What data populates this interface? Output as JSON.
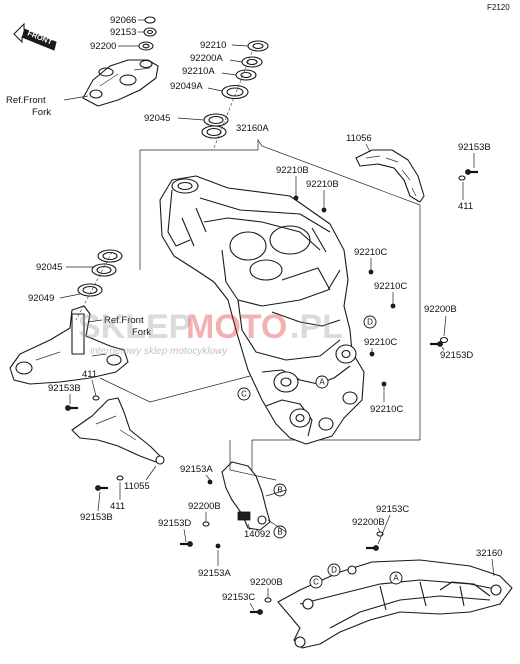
{
  "figure_code": "F2120",
  "front_arrow_label": "FRONT",
  "watermark": {
    "brand_left": "SKLEP",
    "brand_mid": "MOTO",
    "brand_right": ".PL",
    "tagline": "internetowy sklep motocyklowy"
  },
  "parts": {
    "p92066": "92066",
    "p92153_top": "92153",
    "p92200_top": "92200",
    "ref_front_fork_1_line1": "Ref.Front",
    "ref_front_fork_1_line2": "Fork",
    "p92210_top": "92210",
    "p92200A": "92200A",
    "p92210A": "92210A",
    "p92049A": "92049A",
    "p92045_upper": "92045",
    "p32160A": "32160A",
    "p11056": "11056",
    "p92153B_upper": "92153B",
    "p411_upper": "411",
    "p92210B_a": "92210B",
    "p92210B_b": "92210B",
    "p92210C_a": "92210C",
    "p92210C_b": "92210C",
    "p92210C_c": "92210C",
    "p92210C_d": "92210C",
    "p92045_lower": "92045",
    "p92049": "92049",
    "ref_front_fork_2_line1": "Ref.Front",
    "ref_front_fork_2_line2": "Fork",
    "p92200B_right": "92200B",
    "p92153D_right": "92153D",
    "p411_left_upper": "411",
    "p92153B_left": "92153B",
    "p11055": "11055",
    "p411_left_lower": "411",
    "p92153B_left_lower": "92153B",
    "p92153A_upper": "92153A",
    "p92200B_mid": "92200B",
    "p92153D_mid": "92153D",
    "p14092": "14092",
    "p92153A_lower": "92153A",
    "p92200B_lower": "92200B",
    "p92153C_lower": "92153C",
    "p92153C_right": "92153C",
    "p92200B_right_lower": "92200B",
    "p32160": "32160"
  },
  "callouts": {
    "A": "A",
    "B": "B",
    "C": "C",
    "D": "D"
  }
}
